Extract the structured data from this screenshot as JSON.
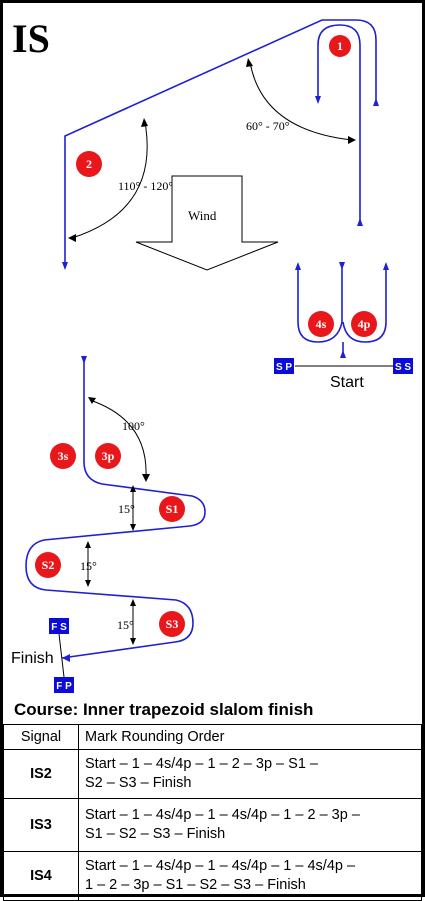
{
  "course_code": "IS",
  "wind_label": "Wind",
  "angles": {
    "upper_right": "60° - 70°",
    "upper_left": "110° - 120°",
    "slalom_top": "100°",
    "gap1": "15°",
    "gap2": "15°",
    "gap3": "15°"
  },
  "marks": {
    "m1": "1",
    "m2": "2",
    "m4s": "4s",
    "m4p": "4p",
    "m3s": "3s",
    "m3p": "3p",
    "s1": "S1",
    "s2": "S2",
    "s3": "S3"
  },
  "boats": {
    "sp": "S P",
    "ss": "S S",
    "fs": "F S",
    "fp": "F P"
  },
  "start_label": "Start",
  "finish_label": "Finish",
  "course_title": "Course: Inner trapezoid slalom finish",
  "table": {
    "header_signal": "Signal",
    "header_order": "Mark Rounding Order",
    "rows": [
      {
        "signal": "IS2",
        "order": "Start – 1 – 4s/4p – 1 – 2 – 3p – S1 –\n      S2 – S3 – Finish"
      },
      {
        "signal": "IS3",
        "order": "Start – 1 – 4s/4p – 1 – 4s/4p – 1 – 2 – 3p –\n      S1 – S2 – S3 –  Finish"
      },
      {
        "signal": "IS4",
        "order": "Start – 1 – 4s/4p – 1 – 4s/4p – 1 –  4s/4p –\n      1 – 2 – 3p – S1 – S2 – S3 – Finish"
      }
    ]
  },
  "colors": {
    "course_line": "#1f1fd6",
    "mark_fill": "#e8171b",
    "boat_fill": "#0c0cd9"
  }
}
